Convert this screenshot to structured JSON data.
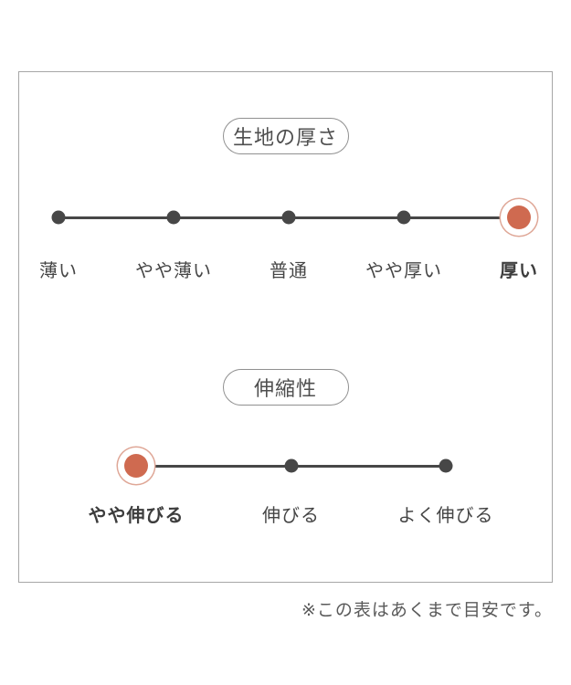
{
  "scales": [
    {
      "id": "fabric",
      "title": "生地の厚さ",
      "options": [
        "薄い",
        "やや薄い",
        "普通",
        "やや厚い",
        "厚い"
      ],
      "selected_index": 4,
      "selected_label": "厚い"
    },
    {
      "id": "stretch",
      "title": "伸縮性",
      "options": [
        "やや伸びる",
        "伸びる",
        "よく伸びる"
      ],
      "selected_index": 0,
      "selected_label": "やや伸びる"
    }
  ],
  "note": {
    "text": "※この表はあくまで目安です。"
  },
  "colors": {
    "accent": "#cf6a50",
    "accent_ring": "#dfa797",
    "line": "#474747",
    "text": "#454545",
    "pill_border": "#909090",
    "board_border": "#a6a6a6",
    "note": "#5a5a5a"
  }
}
